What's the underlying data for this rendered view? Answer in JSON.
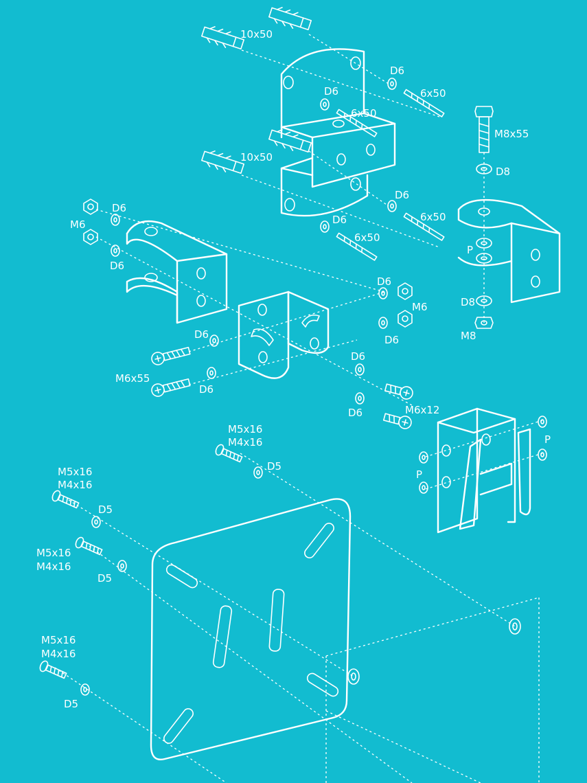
{
  "background": "#12bcd0",
  "line_color": "#ffffff",
  "labels": {
    "anchor_top": "10x50",
    "anchor_mid": "10x50",
    "washer_d6_top_right": "D6",
    "screw_6x50_top_right": "6x50",
    "washer_d6_top_inner": "D6",
    "screw_6x50_top_inner": "6x50",
    "washer_d6_mid_right": "D6",
    "screw_6x50_mid_right": "6x50",
    "washer_d6_mid_inner": "D6",
    "screw_6x50_mid_inner": "6x50",
    "bolt_m8x55": "M8x55",
    "washer_d8_top": "D8",
    "washer_p_right": "P",
    "washer_d8_bottom": "D8",
    "nut_m8": "M8",
    "washer_d6_left_top": "D6",
    "nut_m6_left": "M6",
    "washer_d6_left_bottom": "D6",
    "washer_d6_center_top": "D6",
    "nut_m6_center": "M6",
    "washer_d6_center_mid": "D6",
    "washer_d6_center_left": "D6",
    "bolt_m6x55": "M6x55",
    "washer_d6_center_low": "D6",
    "washer_d6_m12_top": "D6",
    "washer_d6_m12_bottom": "D6",
    "bolt_m6x12": "M6x12",
    "washer_p_tilt_right": "P",
    "washer_p_tilt_left": "P",
    "screw_top_line1": "M5x16",
    "screw_top_line2": "M4x16",
    "washer_d5_top": "D5",
    "screw_a_line1": "M5x16",
    "screw_a_line2": "M4x16",
    "washer_d5_a": "D5",
    "screw_b_line1": "M5x16",
    "screw_b_line2": "M4x16",
    "washer_d5_b": "D5",
    "screw_c_line1": "M5x16",
    "screw_c_line2": "M4x16",
    "washer_d5_c": "D5"
  }
}
